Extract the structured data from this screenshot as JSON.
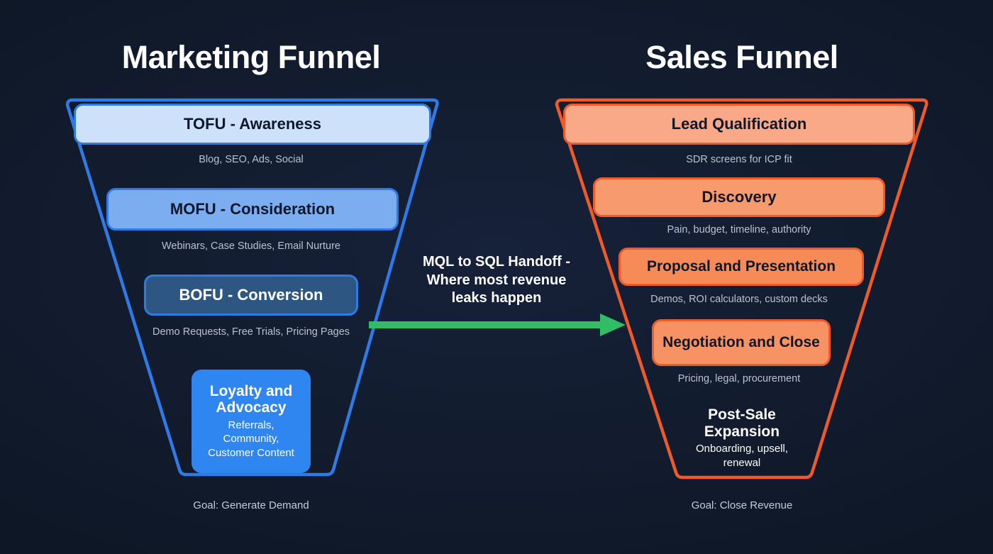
{
  "background_color": "#121c2e",
  "marketing": {
    "title": "Marketing Funnel",
    "accent_color": "#2f7ae5",
    "goal": "Goal: Generate Demand",
    "stages": [
      {
        "label": "TOFU - Awareness",
        "caption": "Blog, SEO, Ads, Social",
        "fill": "#cde1fb",
        "text_color": "#0f172a"
      },
      {
        "label": "MOFU - Consideration",
        "caption": "Webinars, Case Studies, Email Nurture",
        "fill": "#7cadf0",
        "text_color": "#0f172a"
      },
      {
        "label": "BOFU - Conversion",
        "caption": "Demo Requests, Free Trials, Pricing Pages",
        "fill": "#2d5682",
        "text_color": "#ffffff"
      },
      {
        "label": "Loyalty and Advocacy",
        "caption": "Referrals, Community, Customer Content",
        "fill": "#2f86f0",
        "text_color": "#ffffff"
      }
    ]
  },
  "sales": {
    "title": "Sales Funnel",
    "accent_color": "#ef5a2a",
    "goal": "Goal: Close Revenue",
    "stages": [
      {
        "label": "Lead Qualification",
        "caption": "SDR screens for ICP fit",
        "fill": "#f9a888",
        "text_color": "#0f172a"
      },
      {
        "label": "Discovery",
        "caption": "Pain, budget, timeline, authority",
        "fill": "#f79a6d",
        "text_color": "#0f172a"
      },
      {
        "label": "Proposal and Presentation",
        "caption": "Demos, ROI calculators, custom decks",
        "fill": "#f68b58",
        "text_color": "#0f172a"
      },
      {
        "label": "Negotiation and Close",
        "caption": "Pricing, legal, procurement",
        "fill": "#f79265",
        "text_color": "#0f172a"
      },
      {
        "label": "Post-Sale Expansion",
        "caption": "Onboarding, upsell, renewal",
        "fill": "transparent",
        "text_color": "#ffffff"
      }
    ]
  },
  "handoff": {
    "label": "MQL to SQL Handoff - Where most revenue leaks happen",
    "line1": "MQL to SQL Handoff -",
    "line2": "Where most revenue",
    "line3": "leaks happen",
    "arrow_color": "#2fbd66",
    "arrow_icon": "arrow-right-icon"
  }
}
